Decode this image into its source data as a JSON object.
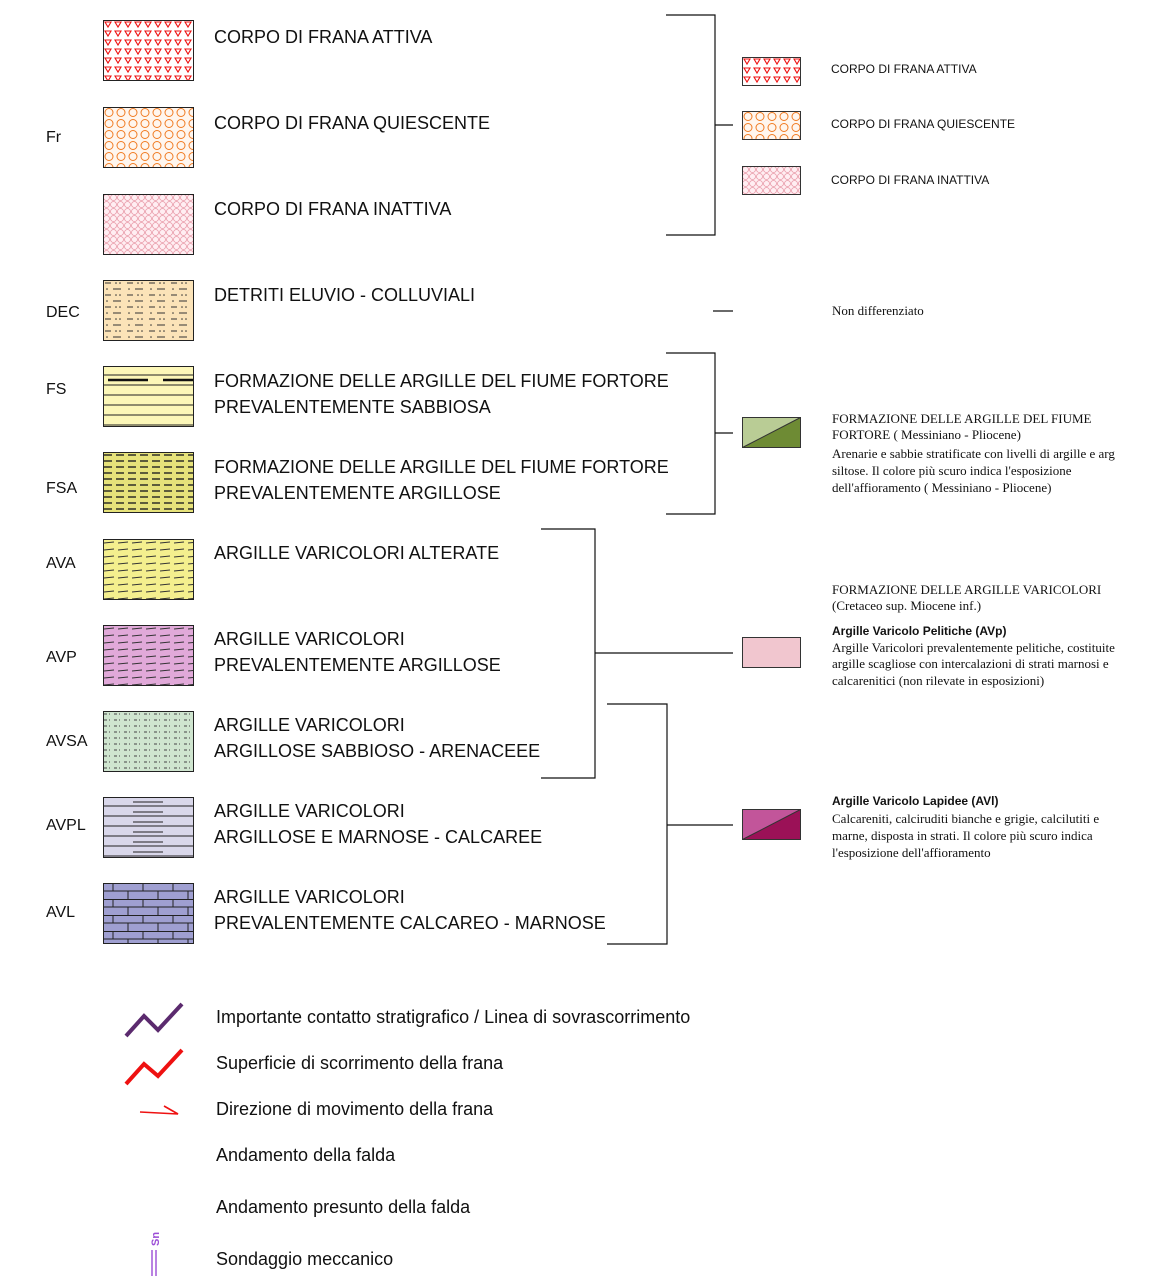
{
  "units": [
    {
      "code": "",
      "label1": "CORPO DI FRANA ATTIVA",
      "label2": ""
    },
    {
      "code": "Fr",
      "label1": "CORPO DI FRANA QUIESCENTE",
      "label2": ""
    },
    {
      "code": "",
      "label1": "CORPO DI FRANA INATTIVA",
      "label2": ""
    },
    {
      "code": "DEC",
      "label1": "DETRITI ELUVIO - COLLUVIALI",
      "label2": ""
    },
    {
      "code": "FS",
      "label1": "FORMAZIONE DELLE ARGILLE DEL FIUME FORTORE",
      "label2": "PREVALENTEMENTE SABBIOSA"
    },
    {
      "code": "FSA",
      "label1": "FORMAZIONE DELLE ARGILLE DEL FIUME FORTORE",
      "label2": "PREVALENTEMENTE ARGILLOSE"
    },
    {
      "code": "AVA",
      "label1": "ARGILLE VARICOLORI ALTERATE",
      "label2": ""
    },
    {
      "code": "AVP",
      "label1": "ARGILLE VARICOLORI",
      "label2": "PREVALENTEMENTE ARGILLOSE"
    },
    {
      "code": "AVSA",
      "label1": "ARGILLE VARICOLORI",
      "label2": "ARGILLOSE SABBIOSO - ARENACEEE"
    },
    {
      "code": "AVPL",
      "label1": "ARGILLE VARICOLORI",
      "label2": "ARGILLOSE E MARNOSE - CALCAREE"
    },
    {
      "code": "AVL",
      "label1": "ARGILLE VARICOLORI",
      "label2": "PREVALENTEMENTE CALCAREO - MARNOSE"
    }
  ],
  "right": {
    "frana": [
      "CORPO DI FRANA ATTIVA",
      "CORPO DI FRANA QUIESCENTE",
      "CORPO DI FRANA INATTIVA"
    ],
    "non_diff": "Non differenziato",
    "fortore_title1": "FORMAZIONE DELLE ARGILLE DEL FIUME",
    "fortore_title2": "FORTORE ( Messiniano - Pliocene)",
    "fortore_d1": "Arenarie e sabbie stratificate con livelli di argille e arg",
    "fortore_d2": "siltose. Il colore più scuro indica l'esposizione",
    "fortore_d3": "dell'affioramento ( Messiniano - Pliocene)",
    "vari_title1": "FORMAZIONE DELLE ARGILLE VARICOLORI",
    "vari_title2": "(Cretaceo sup. Miocene inf.)",
    "avp_head": "Argille Varicolo Pelitiche (AVp)",
    "avp_d1": "Argille Varicolori prevalentemente pelitiche, costituite",
    "avp_d2": "argille scagliose con intercalazioni di strati marnosi e",
    "avp_d3": "calcarenitici (non rilevate in esposizioni)",
    "avl_head": "Argille Varicolo Lapidee (AVl)",
    "avl_d1": "Calcareniti, calciruditi bianche e grigie, calcilutiti e",
    "avl_d2": "marne, disposta in strati. Il colore più scuro indica",
    "avl_d3": "l'esposizione dell'affioramento"
  },
  "symbols": [
    {
      "icon": "stratigraphic-contact-icon",
      "color": "#5b2a6e",
      "label": "Importante contatto stratigrafico / Linea di sovrascorrimento"
    },
    {
      "icon": "slip-surface-icon",
      "color": "#ee1111",
      "label": "Superficie di scorrimento della frana"
    },
    {
      "icon": "movement-arrow-icon",
      "color": "#ee1111",
      "label": "Direzione di movimento della frana"
    },
    {
      "icon": "",
      "color": "",
      "label": "Andamento della falda"
    },
    {
      "icon": "",
      "color": "",
      "label": "Andamento presunto della falda"
    },
    {
      "icon": "borehole-icon",
      "color": "#9b4dd6",
      "label": "Sondaggio meccanico",
      "tag": "Sn"
    }
  ],
  "colors": {
    "fr_attiva": "#ffffff",
    "fr_quiescente": "#fff6ee",
    "fr_inattiva": "#ffeef2",
    "dec": "#fbe3b8",
    "fs": "#fcf7b8",
    "fsa": "#e6e27a",
    "ava": "#f4ef8e",
    "avp": "#e1a9d9",
    "avsa": "#cfe5cf",
    "avpl": "#d9d7ea",
    "avl": "#9f9fd1",
    "fortore_light": "#b9cc95",
    "fortore_dark": "#6e8b34",
    "avp_pink": "#f1c6cf",
    "avl_light": "#c2559a",
    "avl_dark": "#9b1157"
  }
}
